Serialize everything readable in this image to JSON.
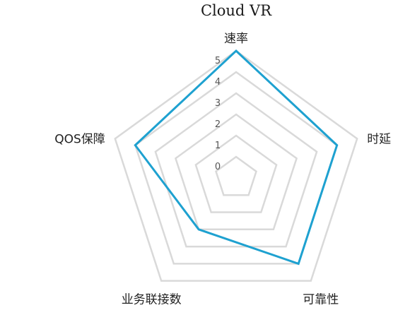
{
  "chart_data": {
    "type": "radar",
    "title": "Cloud VR",
    "axes": [
      "速率",
      "时延",
      "可靠性",
      "业务联接数",
      "QOS保障"
    ],
    "ticks": [
      "0",
      "1",
      "2",
      "3",
      "4",
      "5"
    ],
    "range": [
      0,
      5
    ],
    "series": [
      {
        "values": [
          5,
          4,
          4,
          2,
          4
        ],
        "color": "#1ea1d0"
      }
    ],
    "grid_color": "#d9d9d9",
    "grid": true
  }
}
